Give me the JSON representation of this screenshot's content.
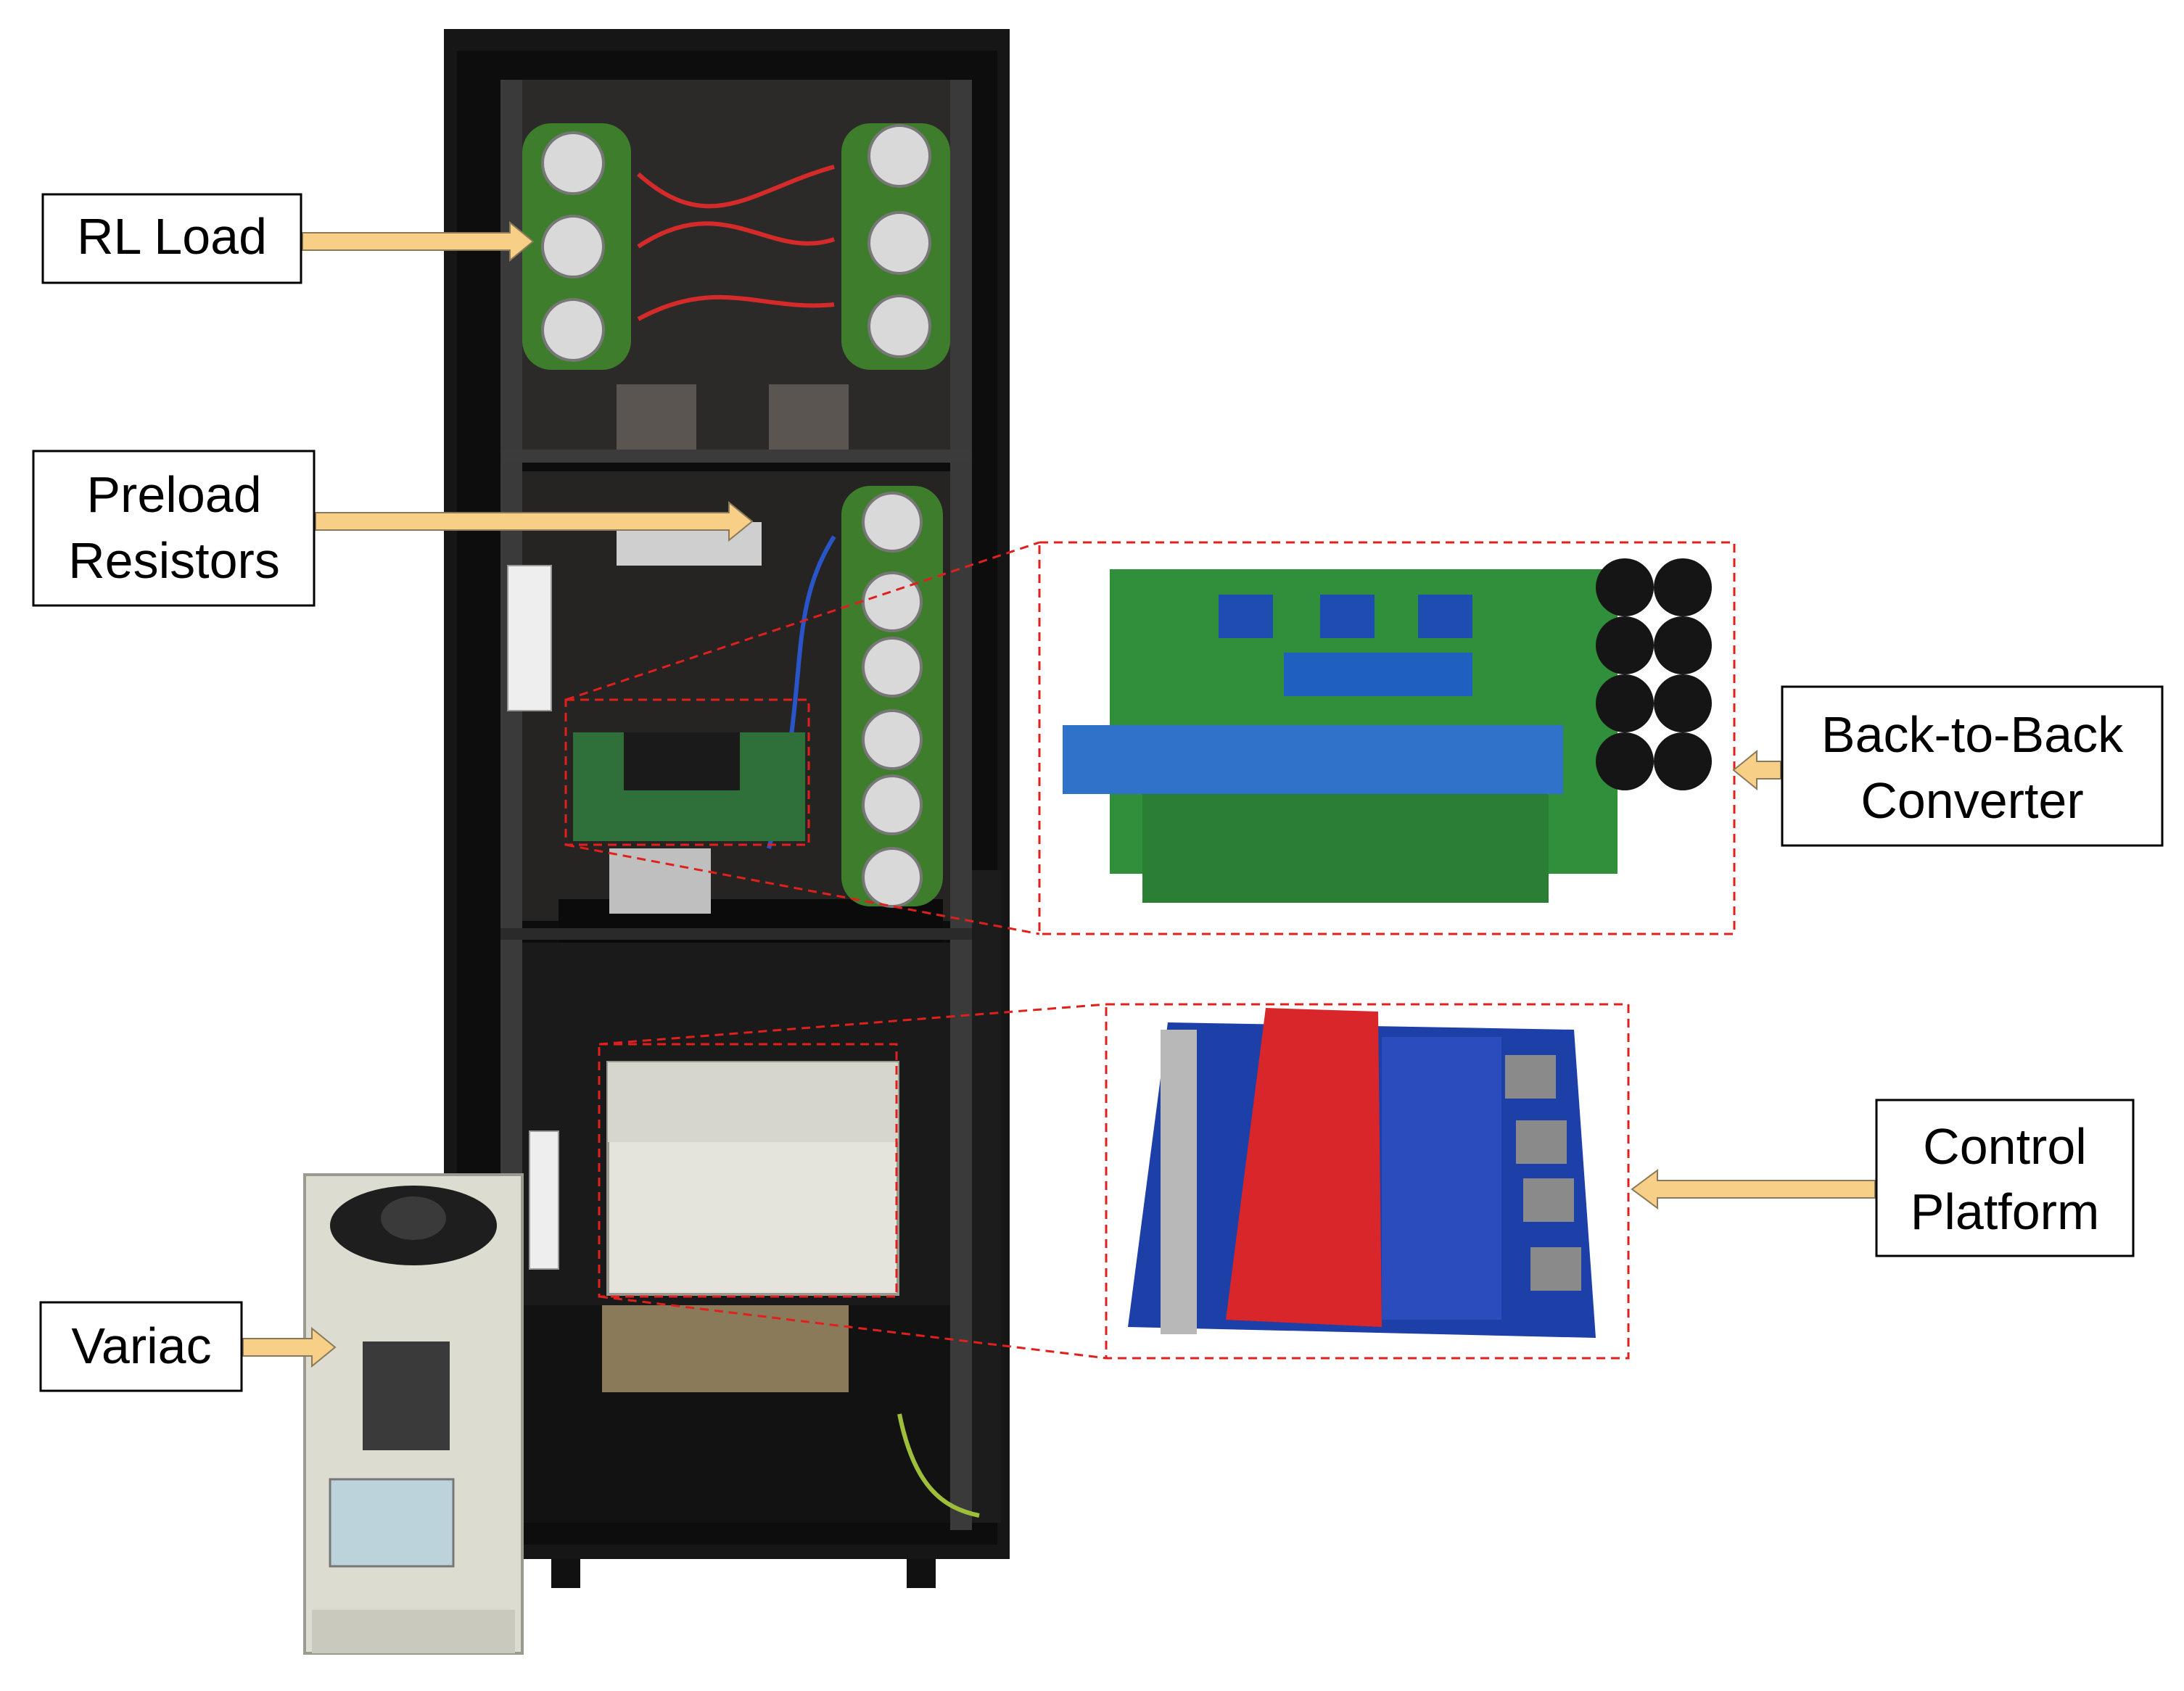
{
  "labels": {
    "rl_load": "RL Load",
    "preload_line1": "Preload",
    "preload_line2": "Resistors",
    "converter_line1": "Back-to-Back",
    "converter_line2": "Converter",
    "control_line1": "Control",
    "control_line2": "Platform",
    "variac": "Variac"
  },
  "colors": {
    "arrow_fill": "#f8cf86",
    "arrow_stroke": "#8a7a5a",
    "dashed_box": "#e0201c",
    "cabinet": "#141414",
    "resistor_green": "#3e7d2b",
    "pcb_green": "#2f8f3a",
    "pcb_blue": "#1d3fa8",
    "pcb_red": "#d8262a",
    "variac_body": "#dcdcd0",
    "enclosure": "#e4e4dc"
  }
}
